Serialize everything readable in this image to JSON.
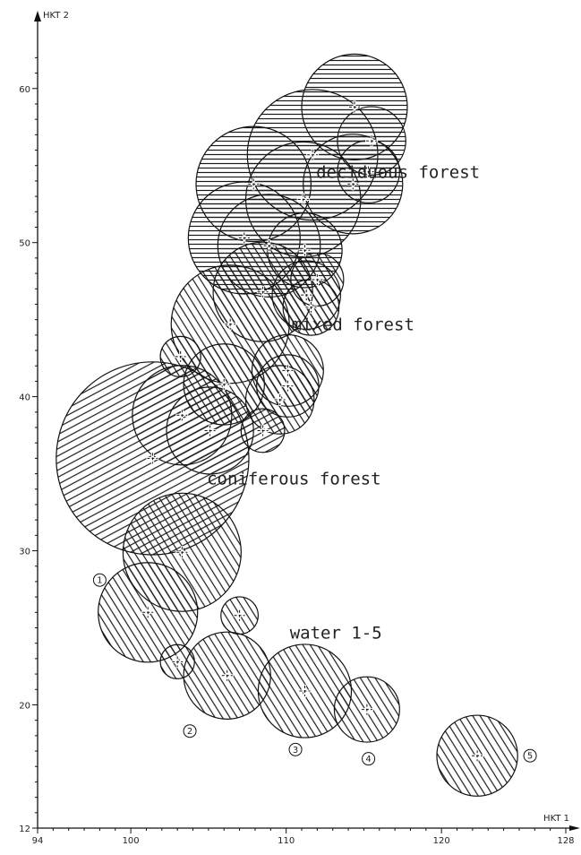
{
  "chart_data": {
    "type": "scatter",
    "xlabel": "HKT 1",
    "ylabel": "HKT 2",
    "xlim": [
      94,
      128
    ],
    "ylim": [
      12,
      64
    ],
    "x_ticks": [
      94,
      100,
      110,
      120,
      128
    ],
    "y_ticks": [
      12,
      20,
      30,
      40,
      50,
      60
    ],
    "annotations": [
      {
        "text": "deciduous forest",
        "x": 117.2,
        "y": 54.2
      },
      {
        "text": "mixed forest",
        "x": 114.3,
        "y": 44.3
      },
      {
        "text": "coniferous forest",
        "x": 110.5,
        "y": 34.3
      },
      {
        "text": "water 1-5",
        "x": 113.2,
        "y": 24.3
      }
    ],
    "series": [
      {
        "group": "deciduous",
        "hatch": "horizontal",
        "points": [
          {
            "x": 114.4,
            "y": 58.8,
            "r": 3.4
          },
          {
            "x": 115.5,
            "y": 56.6,
            "r": 2.2
          },
          {
            "x": 111.7,
            "y": 55.7,
            "r": 4.2
          },
          {
            "x": 115.3,
            "y": 54.6,
            "r": 2.0
          },
          {
            "x": 107.9,
            "y": 53.8,
            "r": 3.7
          },
          {
            "x": 114.3,
            "y": 53.8,
            "r": 3.2
          },
          {
            "x": 111.1,
            "y": 52.8,
            "r": 3.7
          },
          {
            "x": 107.3,
            "y": 50.3,
            "r": 3.6
          },
          {
            "x": 108.9,
            "y": 49.8,
            "r": 3.3
          },
          {
            "x": 111.2,
            "y": 49.5,
            "r": 2.4
          }
        ]
      },
      {
        "group": "mixed",
        "hatch": "diagonal-steep",
        "points": [
          {
            "x": 112.0,
            "y": 47.6,
            "r": 1.7
          },
          {
            "x": 108.5,
            "y": 46.8,
            "r": 3.2
          },
          {
            "x": 111.3,
            "y": 46.6,
            "r": 2.2
          },
          {
            "x": 111.6,
            "y": 45.8,
            "r": 1.8
          },
          {
            "x": 106.4,
            "y": 44.7,
            "r": 3.8
          },
          {
            "x": 103.2,
            "y": 42.6,
            "r": 1.3
          },
          {
            "x": 110.1,
            "y": 41.7,
            "r": 2.3
          },
          {
            "x": 110.1,
            "y": 40.7,
            "r": 2.0
          },
          {
            "x": 106.0,
            "y": 40.8,
            "r": 2.6
          },
          {
            "x": 109.6,
            "y": 39.8,
            "r": 2.2
          }
        ]
      },
      {
        "group": "coniferous",
        "hatch": "diagonal-shallow",
        "points": [
          {
            "x": 103.3,
            "y": 38.8,
            "r": 3.2
          },
          {
            "x": 105.1,
            "y": 37.8,
            "r": 2.8
          },
          {
            "x": 108.5,
            "y": 37.8,
            "r": 1.4
          },
          {
            "x": 101.4,
            "y": 36.0,
            "r": 6.2
          }
        ]
      },
      {
        "group": "water",
        "hatch": "diagonal-steep",
        "points": [
          {
            "id": "1",
            "x": 103.3,
            "y": 29.9,
            "r": 3.8
          },
          {
            "id": "1",
            "x": 101.1,
            "y": 26.0,
            "r": 3.2
          },
          {
            "id": "",
            "x": 107.0,
            "y": 25.8,
            "r": 1.2
          },
          {
            "id": "2",
            "x": 103.0,
            "y": 22.8,
            "r": 1.1
          },
          {
            "id": "2",
            "x": 106.2,
            "y": 21.9,
            "r": 2.8
          },
          {
            "id": "3",
            "x": 111.2,
            "y": 20.9,
            "r": 3.0
          },
          {
            "id": "4",
            "x": 115.2,
            "y": 19.7,
            "r": 2.1
          },
          {
            "id": "5",
            "x": 122.3,
            "y": 16.7,
            "r": 2.6
          }
        ]
      }
    ],
    "sample_labels": [
      {
        "text": "1",
        "x": 98.0,
        "y": 28.1
      },
      {
        "text": "2",
        "x": 103.8,
        "y": 18.3
      },
      {
        "text": "3",
        "x": 110.6,
        "y": 17.1
      },
      {
        "text": "4",
        "x": 115.3,
        "y": 16.5
      },
      {
        "text": "5",
        "x": 125.7,
        "y": 16.7
      }
    ]
  }
}
